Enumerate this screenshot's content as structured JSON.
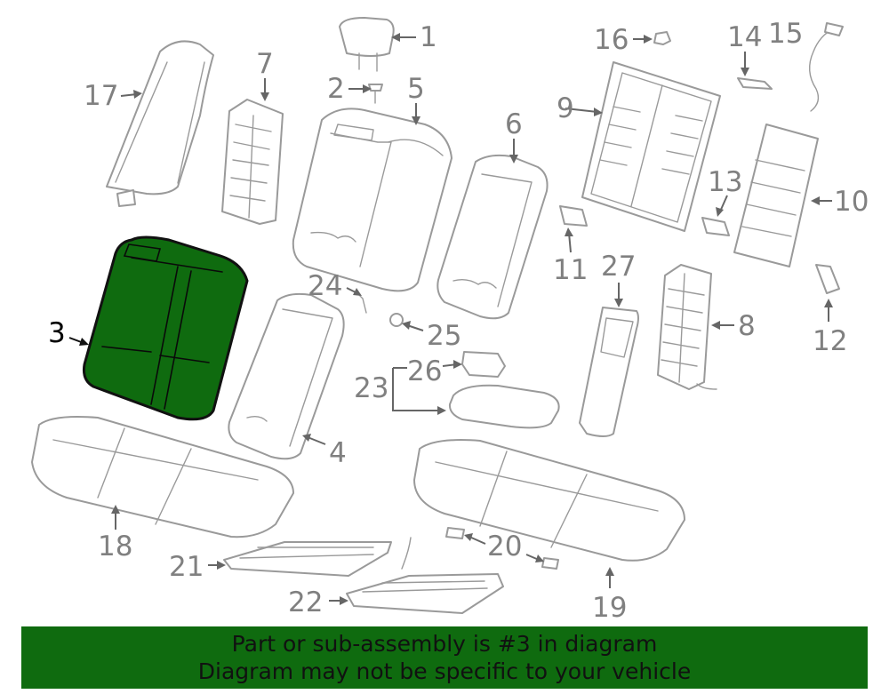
{
  "diagram": {
    "highlighted_part": "3",
    "callouts": {
      "c1": "1",
      "c2": "2",
      "c3": "3",
      "c4": "4",
      "c5": "5",
      "c6": "6",
      "c7": "7",
      "c8": "8",
      "c9": "9",
      "c10": "10",
      "c11": "11",
      "c12": "12",
      "c13": "13",
      "c14": "14",
      "c15": "15",
      "c16": "16",
      "c17": "17",
      "c18": "18",
      "c19": "19",
      "c20": "20",
      "c21": "21",
      "c22": "22",
      "c23": "23",
      "c24": "24",
      "c25": "25",
      "c26": "26",
      "c27": "27"
    }
  },
  "footer": {
    "line1": "Part or sub-assembly is #3 in diagram",
    "line2": "Diagram may not be specific to your vehicle"
  },
  "colors": {
    "highlight": "#0f6b0f",
    "line": "#9a9a9a",
    "banner": "#0f6b0f"
  }
}
